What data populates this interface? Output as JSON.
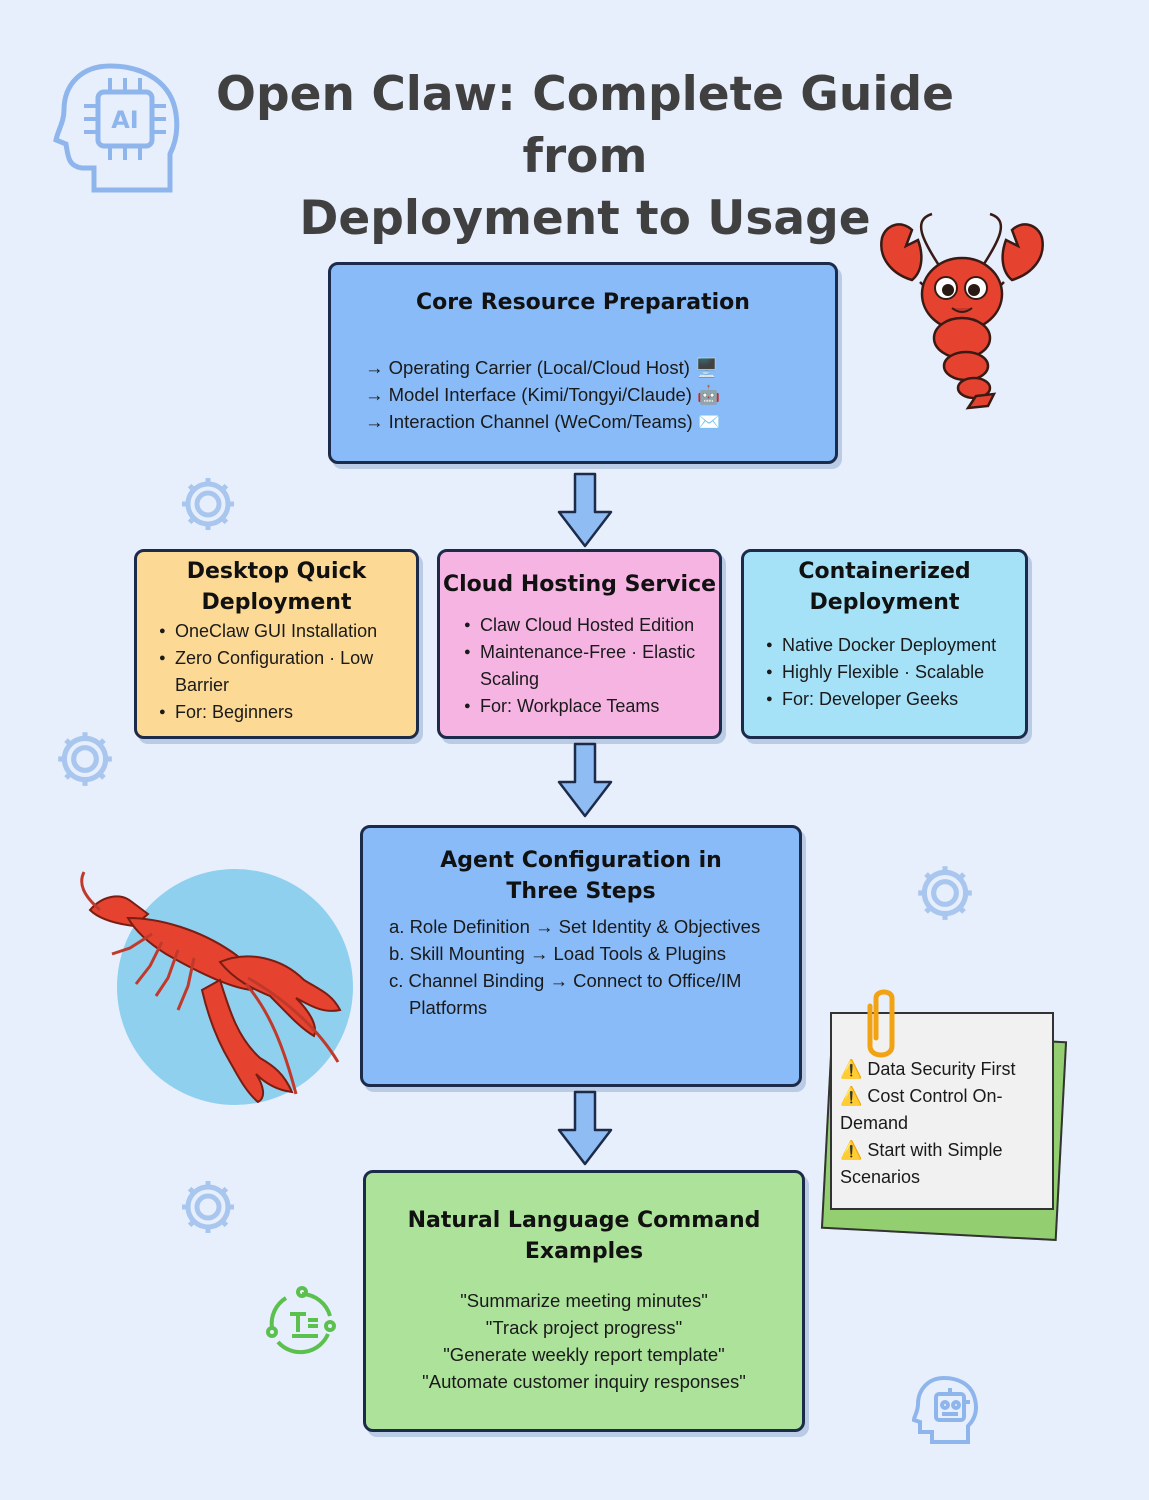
{
  "title": {
    "line1": "Open Claw: Complete Guide from",
    "line2": "Deployment to Usage"
  },
  "core": {
    "title": "Core Resource Preparation",
    "items": [
      "→ Operating Carrier (Local/Cloud Host) 🖥️",
      "→ Model Interface (Kimi/Tongyi/Claude) 🤖",
      "→ Interaction Channel (WeCom/Teams) ✉️"
    ]
  },
  "desktop": {
    "title_l1": "Desktop Quick",
    "title_l2": "Deployment",
    "items": [
      "OneClaw GUI Installation",
      "Zero Configuration · Low Barrier",
      "For: Beginners"
    ]
  },
  "cloud": {
    "title": "Cloud Hosting Service",
    "items": [
      "Claw Cloud Hosted Edition",
      "Maintenance-Free · Elastic Scaling",
      "For: Workplace Teams"
    ]
  },
  "docker": {
    "title_l1": "Containerized",
    "title_l2": "Deployment",
    "items": [
      "Native Docker Deployment",
      "Highly Flexible · Scalable",
      "For: Developer Geeks"
    ]
  },
  "agent": {
    "title_l1": "Agent Configuration in",
    "title_l2": "Three Steps",
    "items": [
      "a. Role Definition → Set Identity & Objectives",
      "b. Skill Mounting → Load Tools & Plugins",
      "c. Channel Binding → Connect to Office/IM Platforms"
    ]
  },
  "nlc": {
    "title_l1": "Natural Language Command",
    "title_l2": "Examples",
    "items": [
      "\"Summarize meeting minutes\"",
      "\"Track project progress\"",
      "\"Generate weekly report template\"",
      "\"Automate customer inquiry responses\""
    ]
  },
  "note": {
    "items": [
      "⚠️ Data Security First",
      "⚠️ Cost Control On-Demand",
      "⚠️ Start with Simple Scenarios"
    ]
  },
  "colors": {
    "background": "#e8effc",
    "blue_box": "#88bbf8",
    "yellow_box": "#fcd995",
    "pink_box": "#f6b4e3",
    "cyan_box": "#a5e1f7",
    "green_box": "#ace29a",
    "lobster": "#e53e2c"
  },
  "icons": [
    "ai-head-icon",
    "gear-icon",
    "lobster-illustration",
    "paperclip-icon",
    "text-cycle-icon",
    "robot-head-icon"
  ]
}
